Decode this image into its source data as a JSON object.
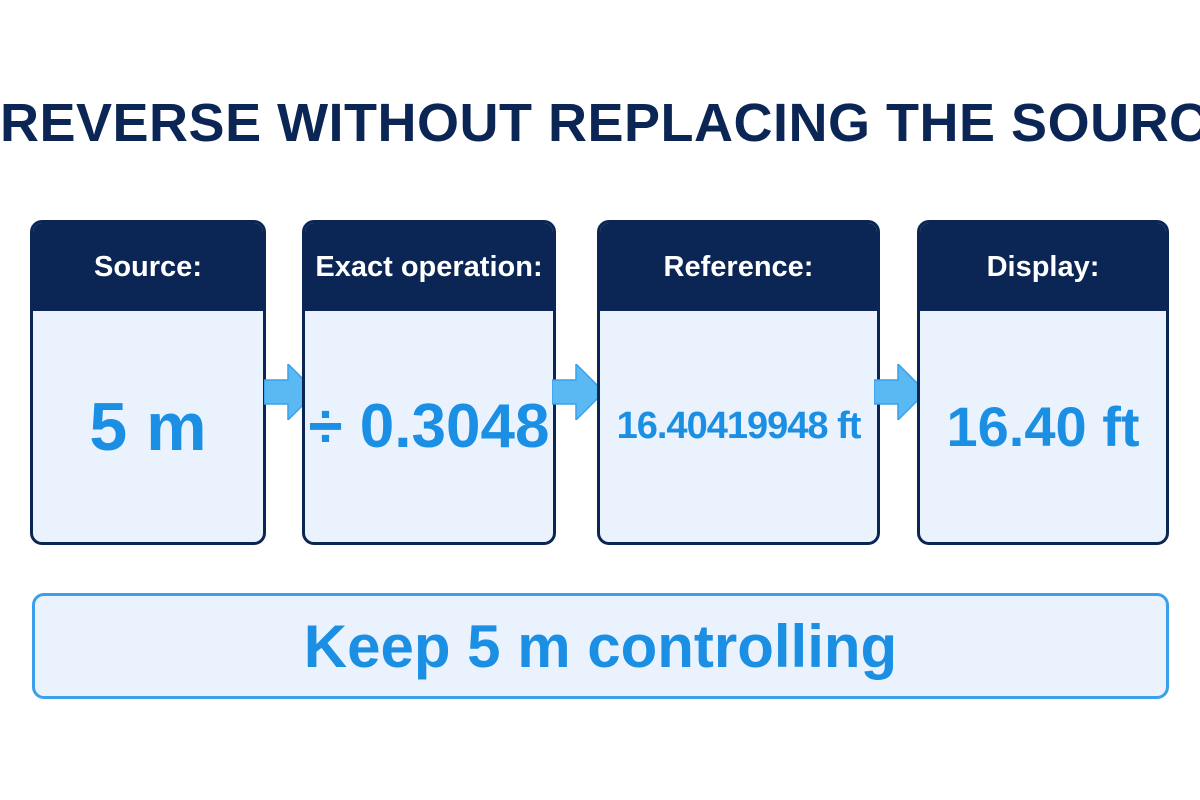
{
  "title": "REVERSE WITHOUT REPLACING THE SOURCE",
  "cards": [
    {
      "header": "Source:",
      "value": "5 m"
    },
    {
      "header": "Exact operation:",
      "value": "÷ 0.3048"
    },
    {
      "header": "Reference:",
      "value": "16.40419948 ft"
    },
    {
      "header": "Display:",
      "value": "16.40 ft"
    }
  ],
  "footer": "Keep 5 m controlling",
  "colors": {
    "navy": "#0b2654",
    "accent_blue": "#1a8fe3",
    "arrow_blue": "#5ab8f2",
    "panel_fill": "#eaf3fd"
  }
}
